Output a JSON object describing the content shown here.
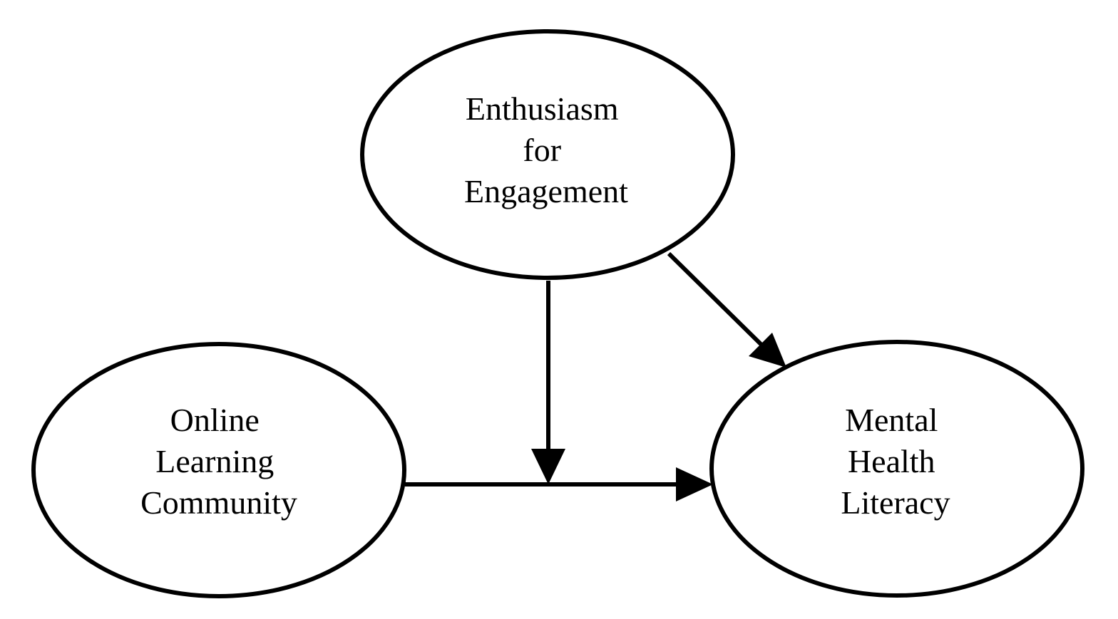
{
  "diagram": {
    "nodes": {
      "enthusiasm": {
        "lines": [
          "Enthusiasm",
          "for",
          "Engagement"
        ]
      },
      "community": {
        "lines": [
          "Online",
          "Learning",
          "Community"
        ]
      },
      "literacy": {
        "lines": [
          "Mental",
          "Health",
          "Literacy"
        ]
      }
    },
    "edges": [
      {
        "from": "community",
        "to": "literacy",
        "kind": "direct-effect"
      },
      {
        "from": "enthusiasm",
        "to": "community-literacy-path",
        "kind": "moderation"
      },
      {
        "from": "enthusiasm",
        "to": "literacy",
        "kind": "direct-effect"
      }
    ],
    "colors": {
      "stroke": "#000000",
      "fill": "#ffffff",
      "text": "#000000"
    }
  }
}
